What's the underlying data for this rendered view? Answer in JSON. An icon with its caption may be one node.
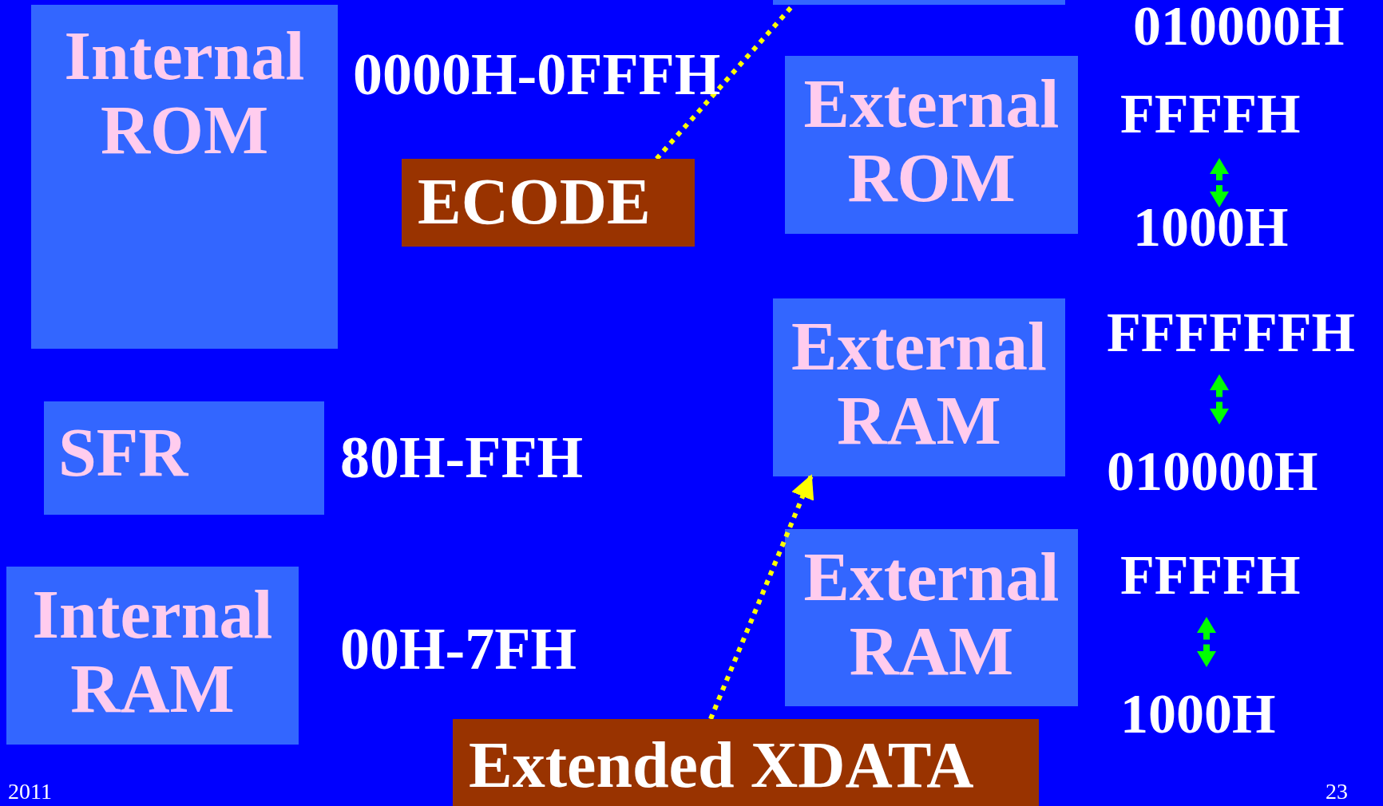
{
  "diagram": {
    "nodes": [
      {
        "text": [],
        "shape": "box"
      },
      {
        "text": [
          "Internal ROM"
        ]
      },
      {
        "text": [
          "ECODE"
        ]
      },
      {
        "text": [
          "External ROM"
        ]
      },
      {
        "text": [
          "External RAM"
        ]
      },
      {
        "text": [
          "SFR"
        ]
      },
      {
        "text": [
          "Internal RAM"
        ]
      },
      {
        "text": [
          "External RAM"
        ]
      },
      {
        "text": [
          "Extended XDATA"
        ]
      }
    ],
    "edges": [
      {
        "from": 2,
        "to": 0,
        "arrow": "none",
        "style": "dashed"
      },
      {
        "from": 8,
        "to": 4,
        "arrow": "to",
        "style": "dashed"
      }
    ],
    "labels": [
      "010000H",
      "0000H-0FFFH",
      "FFFFH",
      "1000H",
      "FFFFFFH",
      "010000H",
      "80H-FFH",
      "FFFFH",
      "00H-7FH",
      "1000H",
      "2011",
      "23"
    ]
  }
}
